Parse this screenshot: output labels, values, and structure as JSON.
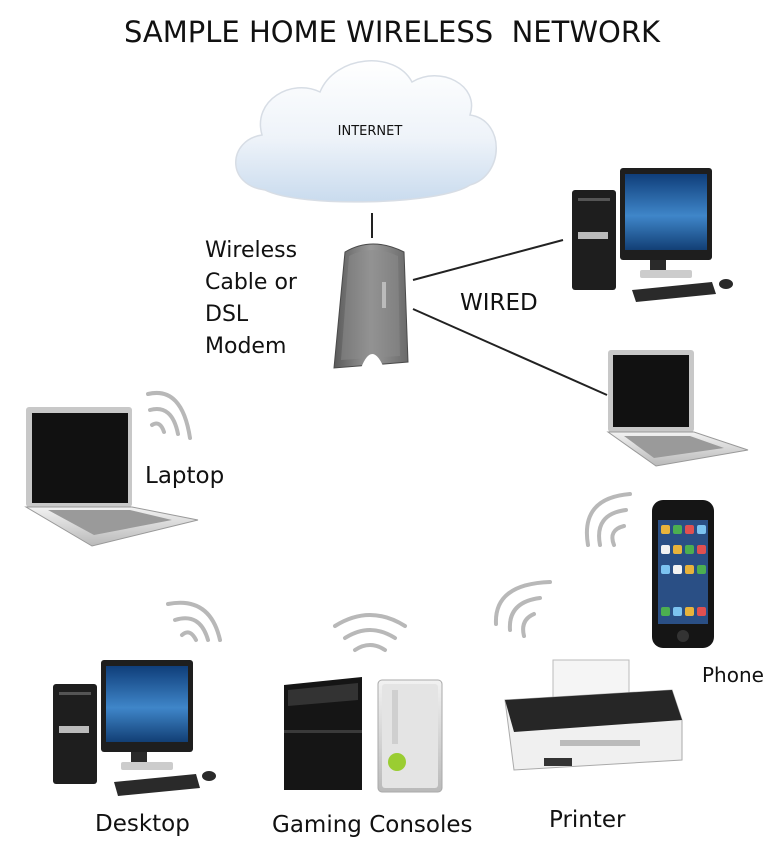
{
  "title": "SAMPLE HOME WIRELESS  NETWORK",
  "cloud_label": "INTERNET",
  "modem_label": [
    "Wireless",
    "Cable or",
    "DSL",
    "Modem"
  ],
  "wired_label": "WIRED",
  "devices": {
    "laptop": "Laptop",
    "phone": "Phone",
    "desktop": "Desktop",
    "gaming": "Gaming Consoles",
    "printer": "Printer"
  },
  "colors": {
    "screen": "#1a1a1a",
    "screen_blue": "#2f6fb0",
    "device_silver": "#d9d9d9",
    "device_dark": "#1c1c1c",
    "wifi_arc": "#b8b8b8",
    "cable": "#222222"
  }
}
